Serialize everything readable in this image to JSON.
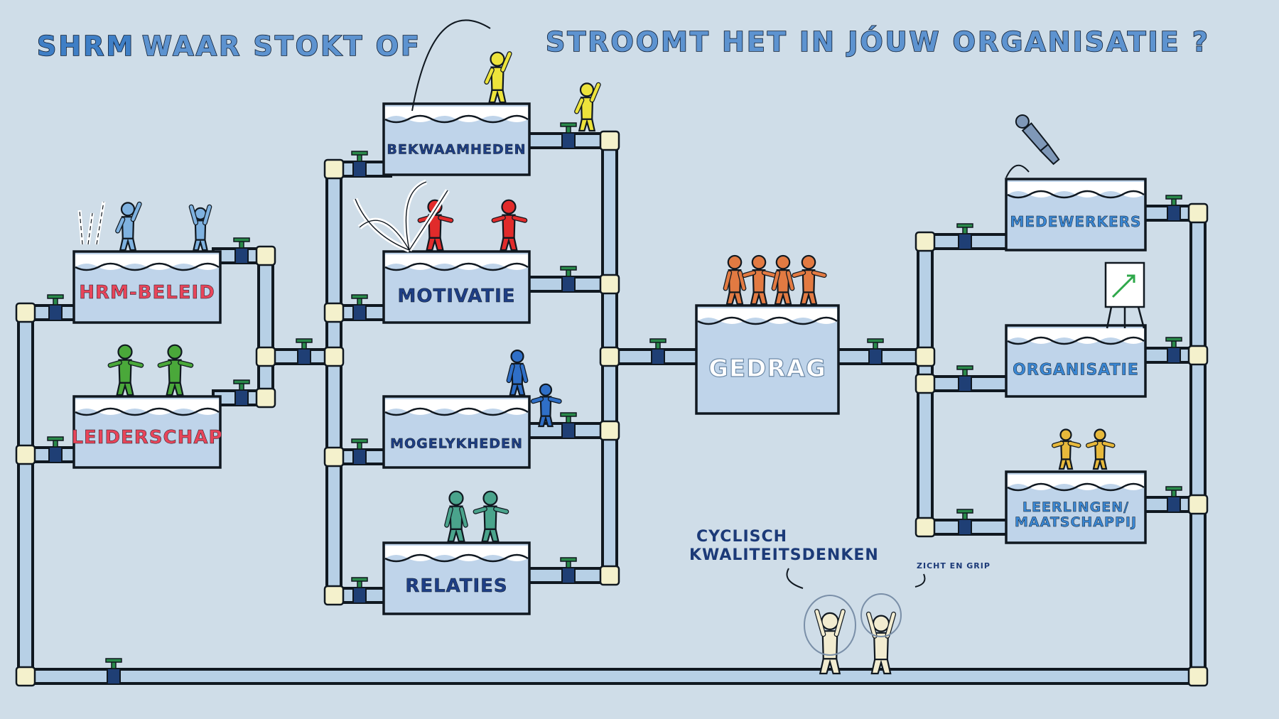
{
  "title": {
    "brand": "SHRM",
    "part1": "WAAR STOKT OF",
    "part2": "STROOMT HET IN JÓUW ORGANISATIE ?"
  },
  "tanks": {
    "hrm_beleid": "HRM-BELEID",
    "leiderschap": "LEIDERSCHAP",
    "bekwaamheden": "BEKWAAMHEDEN",
    "motivatie": "MOTIVATIE",
    "mogelijkheden": "MOGELYKHEDEN",
    "relaties": "RELATIES",
    "gedrag": "GEDRAG",
    "medewerkers": "MEDEWERKERS",
    "organisatie": "ORGANISATIE",
    "leerlingen_line1": "LEERLINGEN/",
    "leerlingen_line2": "MAATSCHAPPIJ"
  },
  "notes": {
    "cyclisch_line1": "CYCLISCH",
    "cyclisch_line2": "KWALITEITSDENKEN",
    "zicht": "ZICHT EN GRIP"
  },
  "colors": {
    "background": "#cfdde8",
    "pipe": "#b7d0e6",
    "tank": "#bfd4ea",
    "outline": "#101820",
    "joint": "#f4f1cc",
    "valve": "#1f3f75",
    "red_label": "#e8455a",
    "dark_blue_label": "#1e3f86",
    "light_blue_label": "#3a87d4",
    "white_label": "#ffffff",
    "fig_yellow": "#ede33b",
    "fig_red": "#e12b2b",
    "fig_blue": "#2f6fc7",
    "fig_light_blue": "#7fb2e0",
    "fig_green": "#4aa83a",
    "fig_teal": "#4aa48c",
    "fig_orange": "#e27a42",
    "fig_gold": "#e7b93b",
    "fig_cream": "#f2ecd0",
    "fig_slate": "#7f98b8"
  }
}
